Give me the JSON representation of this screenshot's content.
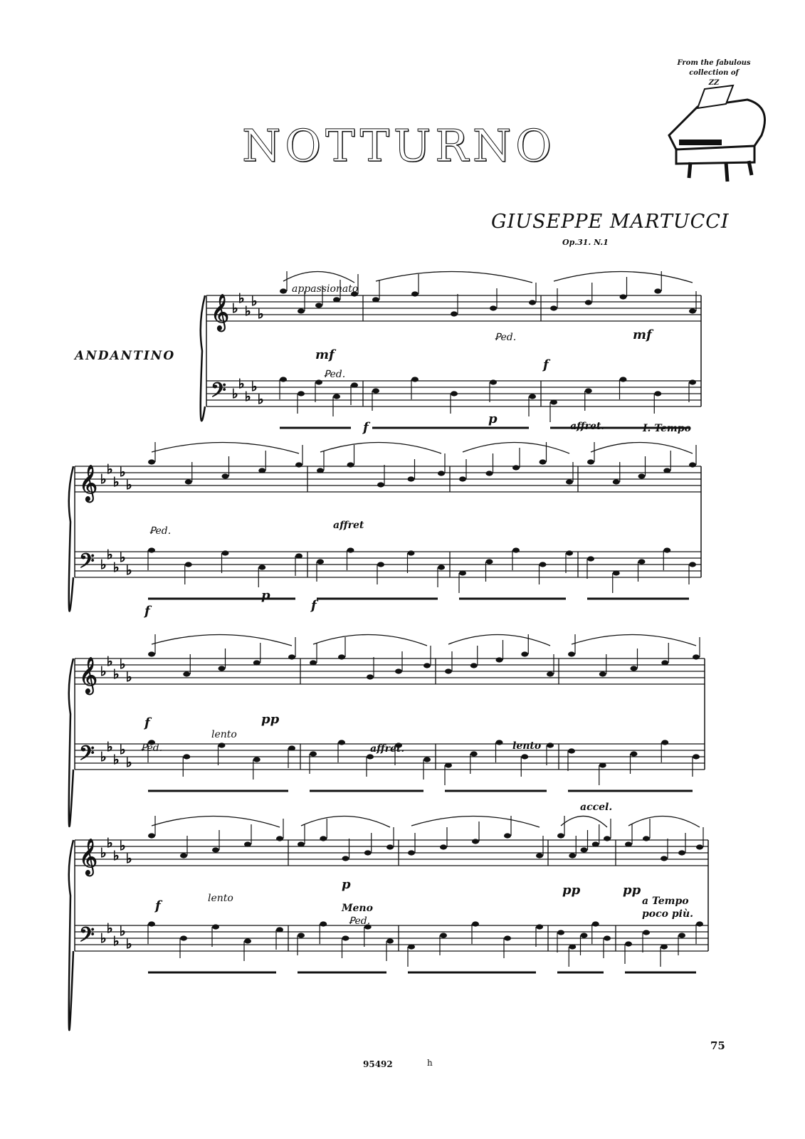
{
  "score": {
    "title": "NOTTURNO",
    "composer": "GIUSEPPE MARTUCCI",
    "opus": "Op.31. N.1",
    "tempo": "ANDANTINO",
    "plate_number": "95492",
    "plate_suffix": "h",
    "page_number": "75"
  },
  "stamp": {
    "line1": "From the fabulous",
    "line2": "collection of",
    "line3": "ZZ"
  },
  "markings": {
    "appassionato": "appassionato",
    "mf1": "mf",
    "ped1": "Ꝑed.",
    "f1": "f",
    "p1": "p",
    "ped2": "Ꝑed.",
    "mf2": "mf",
    "f2": "f",
    "affret1": "affret.",
    "tempo1": "I. Tempo",
    "ped3": "Ꝑed.",
    "f3": "f",
    "p2": "p",
    "affret2": "affret",
    "f4": "f",
    "f5": "f",
    "lento1": "lento",
    "pp1": "pp",
    "ped4": "Ꝑed.",
    "affret3": "affret.",
    "lento2": "lento",
    "accel": "accel.",
    "f6": "f",
    "lento3": "lento",
    "p3": "p",
    "meno": "Meno",
    "ped5": "Ꝑed.",
    "pp2": "pp",
    "pp3": "pp",
    "atempo": "a Tempo",
    "pocopiu": "poco più."
  }
}
